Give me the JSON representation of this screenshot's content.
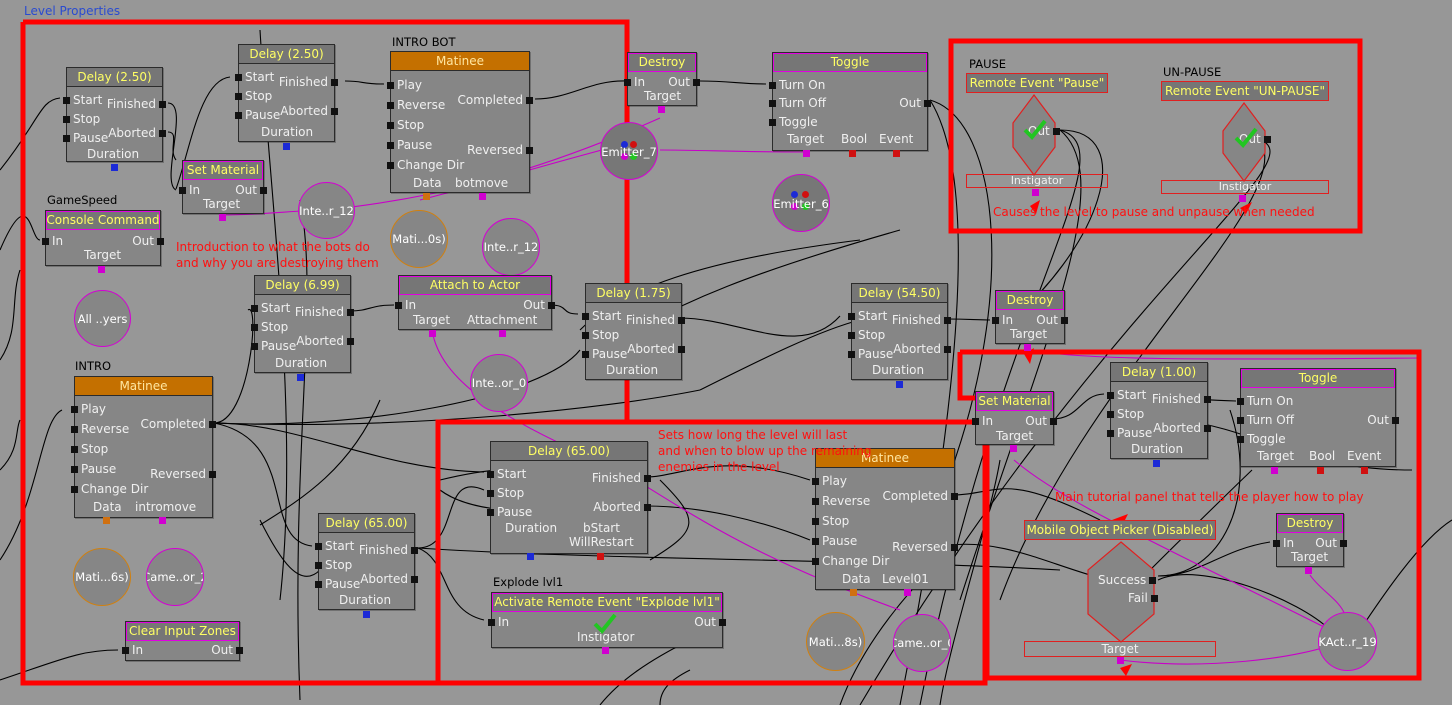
{
  "panel_title": "Level Properties",
  "captions": {
    "intro_bot": "INTRO BOT",
    "gamespeed": "GameSpeed",
    "intro": "INTRO",
    "pause": "PAUSE",
    "unpause": "UN-PAUSE",
    "explode": "Explode lvl1"
  },
  "notes": {
    "intro_bots": [
      "Introduction to what the bots do",
      "and why you are destroying them"
    ],
    "level_length": [
      "Sets how long the level will last",
      "and when to blow up the remaining",
      "enemies in the level"
    ],
    "pause": "Causes the level to pause and unpause when needed",
    "tutorial": "Main tutorial panel that tells the player how to play"
  },
  "pins": {
    "start": "Start",
    "stop": "Stop",
    "pause": "Pause",
    "finished": "Finished",
    "aborted": "Aborted",
    "duration": "Duration",
    "in": "In",
    "out": "Out",
    "target": "Target",
    "play": "Play",
    "reverse": "Reverse",
    "change_dir": "Change Dir",
    "completed": "Completed",
    "reversed": "Reversed",
    "data": "Data",
    "turn_on": "Turn On",
    "turn_off": "Turn Off",
    "toggle": "Toggle",
    "bool": "Bool",
    "event": "Event",
    "attachment": "Attachment",
    "instigator": "Instigator",
    "success": "Success",
    "fail": "Fail",
    "bstart": "bStart",
    "willrestart": "WillRestart"
  },
  "nodes": {
    "delay_a": "Delay (2.50)",
    "delay_b": "Delay (2.50)",
    "matinee_bot": "Matinee",
    "set_material_a": "Set Material",
    "console_command": "Console Command",
    "destroy_a": "Destroy",
    "toggle_a": "Toggle",
    "delay_c": "Delay (6.99)",
    "attach": "Attach to Actor",
    "delay_d": "Delay (1.75)",
    "delay_e": "Delay (54.50)",
    "destroy_b": "Destroy",
    "matinee_intro": "Matinee",
    "delay_f": "Delay (65.00)",
    "delay_g": "Delay (65.00)",
    "matinee_c": "Matinee",
    "set_material_b": "Set Material",
    "delay_h": "Delay (1.00)",
    "toggle_b": "Toggle",
    "activate_remote": "Activate Remote Event \"Explode lvl1\"",
    "clear_input": "Clear Input Zones",
    "mobile_picker": "Mobile Object Picker (Disabled)",
    "destroy_c": "Destroy",
    "remote_pause": "Remote Event \"Pause\"",
    "remote_unpause": "Remote Event \"UN-PAUSE\""
  },
  "vars": {
    "inter_a": "Inte..r_12",
    "mati_bot": "Mati...0s)",
    "inte_botmove": "Inte..r_12",
    "emitter_7": "Emitter_7",
    "emitter_6": "Emitter_6",
    "all_players": "All ..yers",
    "inte_or_0": "Inte..or_0",
    "mati_intro": "Mati...6s)",
    "came_or_2": "Came..or_2",
    "mati_c": "Mati...8s)",
    "came_or_0": "Came..or_0",
    "kact": "KAct..r_19"
  },
  "matinee_data": {
    "bot": "botmove",
    "intro": "intromove",
    "level": "Level01"
  },
  "colors": {
    "background": "#979797",
    "node_body": "#868686",
    "title_text": "#ffff64",
    "matinee_title": "#c47000",
    "highlight_frame": "#ff0000",
    "note_text": "#ff1010",
    "var_magenta": "#d400d4",
    "var_orange": "#d08010",
    "wire": "#000000",
    "wire_magenta": "#c800c8",
    "check_green": "#22c622"
  },
  "icons": [
    "checkmark-icon",
    "emitter-icon"
  ]
}
